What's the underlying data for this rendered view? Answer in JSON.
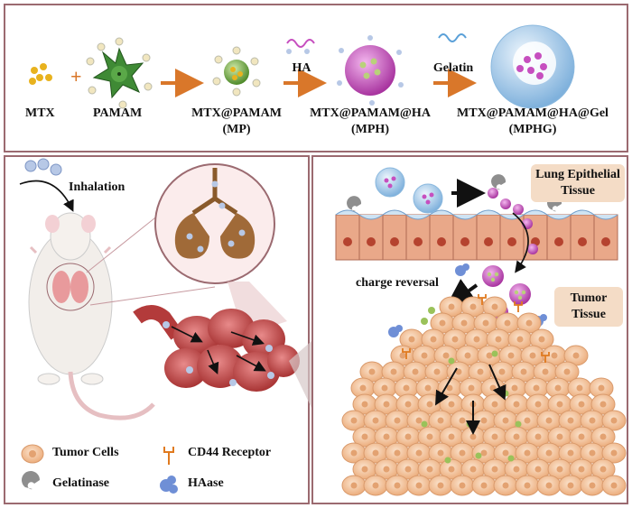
{
  "top": {
    "mtx": "MTX",
    "pamam": "PAMAM",
    "mp_line1": "MTX@PAMAM",
    "mp_line2": "(MP)",
    "ha": "HA",
    "mph_line1": "MTX@PAMAM@HA",
    "mph_line2": "(MPH)",
    "gelatin": "Gelatin",
    "mphg_line1": "MTX@PAMAM@HA@Gel",
    "mphg_line2": "(MPHG)",
    "plus": "+"
  },
  "left": {
    "inhalation": "Inhalation",
    "legend": {
      "tumor_cells": "Tumor Cells",
      "cd44": "CD44 Receptor",
      "gelatinase": "Gelatinase",
      "haase": "HAase"
    }
  },
  "right": {
    "lung_tag_line1": "Lung Epithelial",
    "lung_tag_line2": "Tissue",
    "tumor_tag_line1": "Tumor",
    "tumor_tag_line2": "Tissue",
    "charge_reversal": "charge reversal"
  },
  "colors": {
    "border": "#9b6a70",
    "arrow_orange": "#d9772a",
    "mtx_yellow": "#e8b21e",
    "pamam_green": "#3f8a35",
    "ha_purple": "#c64fbf",
    "gel_blue": "#9fc5e6",
    "tumor_peach": "#f6cba6",
    "lung_brown": "#8a5a2b",
    "tag_bg": "#f4dcc6"
  }
}
